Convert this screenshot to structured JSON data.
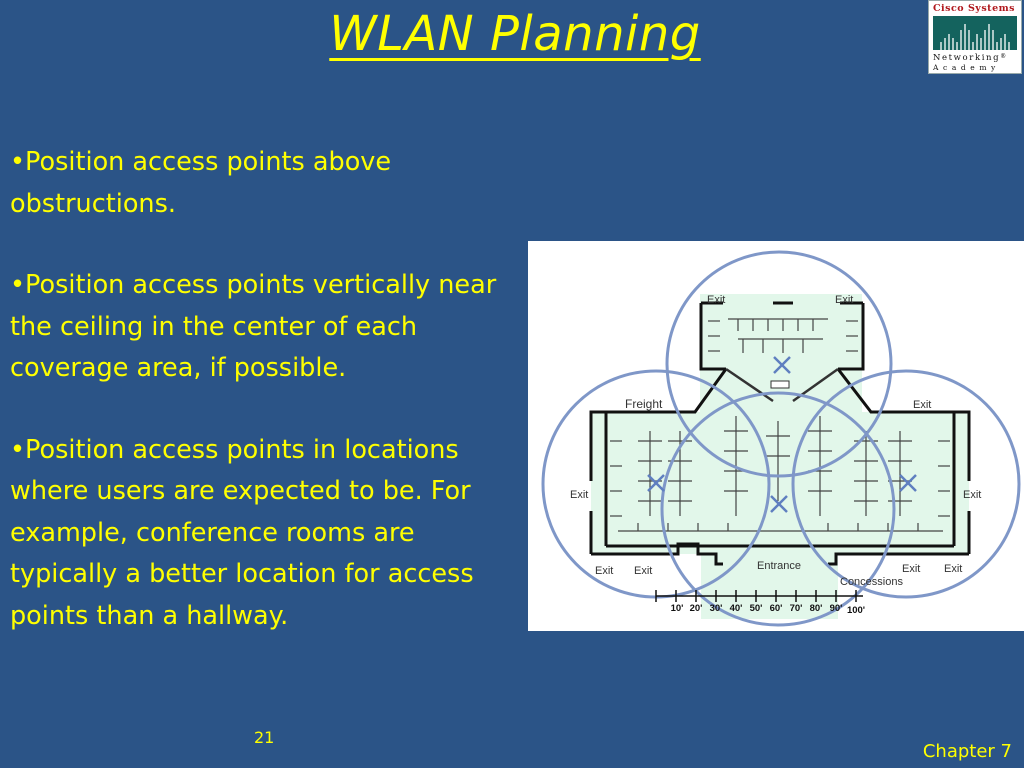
{
  "slide": {
    "title": "WLAN Planning",
    "bullets": [
      "•Position access points above obstructions.",
      "•Position access points vertically near the ceiling in the center of each coverage area, if possible.",
      "•Position access points in locations where users are expected to be. For example, conference rooms are typically a better location for access points than a hallway."
    ],
    "page_number": "21",
    "footer": "Chapter 7"
  },
  "logo": {
    "line1": "Cisco Systems",
    "line2": "Networking",
    "line3": "Academy",
    "registered": "®"
  },
  "figure": {
    "labels": {
      "exit_top_left": "Exit",
      "exit_top_right": "Exit",
      "freight": "Freight",
      "exit_upper_right": "Exit",
      "exit_left": "Exit",
      "exit_right": "Exit",
      "entrance": "Entrance",
      "exit_bottom_1": "Exit",
      "exit_bottom_2": "Exit",
      "exit_bottom_3": "Exit",
      "exit_bottom_4": "Exit",
      "concessions": "Concessions"
    },
    "scale": [
      "10'",
      "20'",
      "30'",
      "40'",
      "50'",
      "60'",
      "70'",
      "80'",
      "90'",
      "100'"
    ],
    "colors": {
      "coverage_circle": "#7f97c8",
      "floor_fill": "#e2f7ea",
      "walls": "#111111",
      "access_point": "#5f7fc0"
    }
  }
}
